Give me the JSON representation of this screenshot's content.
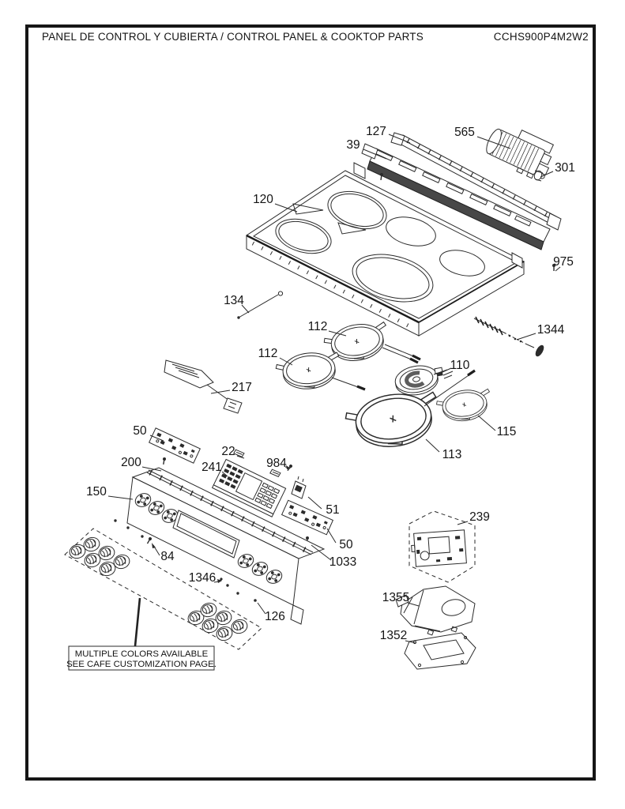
{
  "header": {
    "title": "PANEL DE CONTROL Y CUBIERTA / CONTROL PANEL & COOKTOP PARTS",
    "model": "CCHS900P4M2W2"
  },
  "note": {
    "line1": "MULTIPLE COLORS AVAILABLE",
    "line2": "SEE CAFE CUSTOMIZATION PAGE."
  },
  "callouts": {
    "22": "22",
    "39": "39",
    "50": "50",
    "51": "51",
    "84": "84",
    "110": "110",
    "112": "112",
    "113": "113",
    "115": "115",
    "120": "120",
    "126": "126",
    "127": "127",
    "134": "134",
    "150": "150",
    "200": "200",
    "217": "217",
    "239": "239",
    "241": "241",
    "301": "301",
    "565": "565",
    "975": "975",
    "984": "984",
    "1033": "1033",
    "1344": "1344",
    "1346": "1346",
    "1352": "1352",
    "1355": "1355"
  },
  "colors": {
    "line": "#2b2b2b",
    "text": "#141414",
    "background": "#ffffff",
    "border": "#161616"
  }
}
